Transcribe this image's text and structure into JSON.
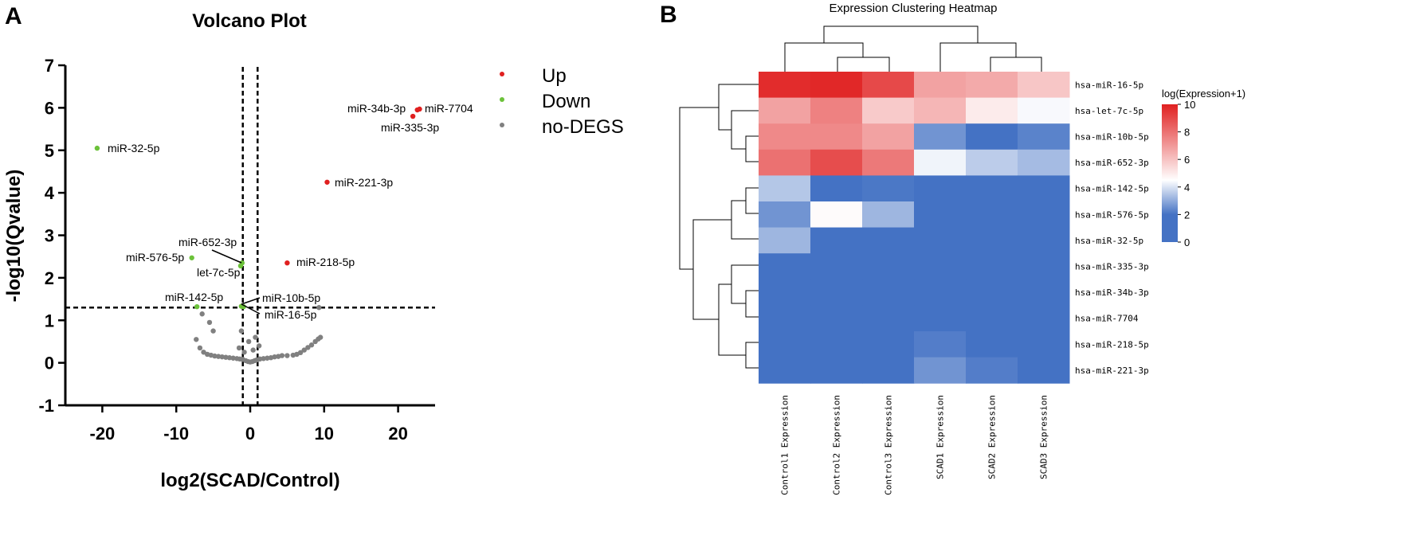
{
  "panels": {
    "a_label": "A",
    "b_label": "B"
  },
  "chart_data": [
    {
      "type": "scatter",
      "title": "Volcano Plot",
      "xlabel": "log2(SCAD/Control)",
      "ylabel": "-log10(Qvalue)",
      "xlim": [
        -25,
        25
      ],
      "ylim": [
        -1,
        7
      ],
      "x_ticks": [
        -20,
        -10,
        0,
        10,
        20
      ],
      "y_ticks": [
        -1,
        0,
        1,
        2,
        3,
        4,
        5,
        6,
        7
      ],
      "grid": false,
      "legend_position": "top-right",
      "thresholds": {
        "x": [
          -1,
          1
        ],
        "y": 1.3
      },
      "colors": {
        "Up": "#e02020",
        "Down": "#6cc23a",
        "no-DEGS": "#808080"
      },
      "series": [
        {
          "name": "Up",
          "points": [
            {
              "x": 22.0,
              "y": 5.8
            },
            {
              "x": 22.6,
              "y": 5.95
            },
            {
              "x": 22.9,
              "y": 5.97
            },
            {
              "x": 10.4,
              "y": 4.25
            },
            {
              "x": 5.0,
              "y": 2.35
            }
          ]
        },
        {
          "name": "Down",
          "points": [
            {
              "x": -20.7,
              "y": 5.05
            },
            {
              "x": -7.9,
              "y": 2.47
            },
            {
              "x": -1.3,
              "y": 2.28
            },
            {
              "x": -1.1,
              "y": 2.35
            },
            {
              "x": -7.2,
              "y": 1.32
            },
            {
              "x": -1.2,
              "y": 1.33
            },
            {
              "x": -0.9,
              "y": 1.32
            }
          ]
        },
        {
          "name": "no-DEGS",
          "points": [
            {
              "x": -6.5,
              "y": 1.15
            },
            {
              "x": -5.5,
              "y": 0.95
            },
            {
              "x": -5.0,
              "y": 0.75
            },
            {
              "x": -7.3,
              "y": 0.55
            },
            {
              "x": -6.8,
              "y": 0.35
            },
            {
              "x": -6.3,
              "y": 0.25
            },
            {
              "x": -5.8,
              "y": 0.2
            },
            {
              "x": -5.3,
              "y": 0.18
            },
            {
              "x": -4.8,
              "y": 0.16
            },
            {
              "x": -4.3,
              "y": 0.15
            },
            {
              "x": -3.8,
              "y": 0.14
            },
            {
              "x": -3.3,
              "y": 0.13
            },
            {
              "x": -2.8,
              "y": 0.12
            },
            {
              "x": -2.3,
              "y": 0.11
            },
            {
              "x": -1.8,
              "y": 0.1
            },
            {
              "x": -1.4,
              "y": 0.09
            },
            {
              "x": -1.0,
              "y": 0.08
            },
            {
              "x": -0.6,
              "y": 0.05
            },
            {
              "x": -0.3,
              "y": 0.03
            },
            {
              "x": 0.0,
              "y": 0.02
            },
            {
              "x": 0.3,
              "y": 0.03
            },
            {
              "x": 0.6,
              "y": 0.05
            },
            {
              "x": 0.9,
              "y": 0.07
            },
            {
              "x": 1.3,
              "y": 0.09
            },
            {
              "x": 1.8,
              "y": 0.1
            },
            {
              "x": 2.3,
              "y": 0.11
            },
            {
              "x": 2.8,
              "y": 0.12
            },
            {
              "x": 3.3,
              "y": 0.14
            },
            {
              "x": 3.8,
              "y": 0.15
            },
            {
              "x": 4.3,
              "y": 0.17
            },
            {
              "x": 5.0,
              "y": 0.17
            },
            {
              "x": 5.8,
              "y": 0.18
            },
            {
              "x": 6.3,
              "y": 0.2
            },
            {
              "x": 6.8,
              "y": 0.24
            },
            {
              "x": 7.3,
              "y": 0.3
            },
            {
              "x": 7.8,
              "y": 0.36
            },
            {
              "x": 8.3,
              "y": 0.42
            },
            {
              "x": 8.8,
              "y": 0.5
            },
            {
              "x": 9.2,
              "y": 0.56
            },
            {
              "x": 9.5,
              "y": 0.6
            },
            {
              "x": -0.8,
              "y": 0.25
            },
            {
              "x": 0.4,
              "y": 0.3
            },
            {
              "x": -1.5,
              "y": 0.35
            },
            {
              "x": 1.2,
              "y": 0.4
            },
            {
              "x": -0.2,
              "y": 0.5
            },
            {
              "x": 0.7,
              "y": 0.6
            },
            {
              "x": -1.2,
              "y": 0.75
            },
            {
              "x": 9.3,
              "y": 1.3
            }
          ]
        }
      ],
      "annotations": [
        {
          "text": "miR-34b-3p",
          "x": 22.6,
          "y": 5.95
        },
        {
          "text": "miR-7704",
          "x": 22.9,
          "y": 5.97
        },
        {
          "text": "miR-335-3p",
          "x": 22.0,
          "y": 5.8
        },
        {
          "text": "miR-32-5p",
          "x": -20.7,
          "y": 5.05
        },
        {
          "text": "miR-221-3p",
          "x": 10.4,
          "y": 4.25
        },
        {
          "text": "miR-652-3p",
          "x": -1.1,
          "y": 2.35
        },
        {
          "text": "miR-576-5p",
          "x": -7.9,
          "y": 2.47
        },
        {
          "text": "let-7c-5p",
          "x": -1.3,
          "y": 2.28
        },
        {
          "text": "miR-218-5p",
          "x": 5.0,
          "y": 2.35
        },
        {
          "text": "miR-142-5p",
          "x": -7.2,
          "y": 1.32
        },
        {
          "text": "miR-10b-5p",
          "x": -0.9,
          "y": 1.32
        },
        {
          "text": "miR-16-5p",
          "x": -1.2,
          "y": 1.33
        }
      ]
    },
    {
      "type": "heatmap",
      "title": "Expression Clustering Heatmap",
      "colorbar_label": "log(Expression+1)",
      "color_range": [
        0,
        10
      ],
      "colorbar_ticks": [
        0,
        2,
        4,
        6,
        8,
        10
      ],
      "colors": {
        "low": "#4472c4",
        "mid": "#ffffff",
        "high": "#e02020"
      },
      "columns": [
        "Control1 Expression",
        "Control2 Expression",
        "Control3 Expression",
        "SCAD1 Expression",
        "SCAD2 Expression",
        "SCAD3 Expression"
      ],
      "rows": [
        "hsa-miR-16-5p",
        "hsa-let-7c-5p",
        "hsa-miR-10b-5p",
        "hsa-miR-652-3p",
        "hsa-miR-142-5p",
        "hsa-miR-576-5p",
        "hsa-miR-32-5p",
        "hsa-miR-335-3p",
        "hsa-miR-34b-3p",
        "hsa-miR-7704",
        "hsa-miR-218-5p",
        "hsa-miR-221-3p"
      ],
      "values": [
        [
          9.7,
          9.8,
          9.0,
          6.8,
          6.6,
          5.9
        ],
        [
          6.8,
          7.6,
          5.8,
          6.3,
          5.0,
          4.4
        ],
        [
          7.4,
          7.4,
          6.8,
          2.6,
          2.0,
          2.3
        ],
        [
          8.0,
          8.9,
          7.8,
          4.3,
          3.6,
          3.3
        ],
        [
          3.5,
          2.0,
          2.1,
          0.0,
          0.0,
          0.0
        ],
        [
          2.6,
          4.6,
          3.2,
          0.0,
          0.0,
          0.0
        ],
        [
          3.2,
          0.0,
          0.0,
          0.0,
          0.0,
          0.0
        ],
        [
          0.0,
          0.0,
          0.0,
          1.5,
          0.0,
          0.0
        ],
        [
          0.0,
          0.0,
          0.0,
          1.8,
          0.0,
          0.0
        ],
        [
          0.0,
          0.0,
          0.0,
          1.8,
          0.0,
          0.0
        ],
        [
          0.6,
          0.5,
          0.9,
          2.2,
          1.2,
          0.5
        ],
        [
          0.2,
          0.2,
          0.1,
          2.6,
          2.2,
          0.0
        ]
      ]
    }
  ]
}
